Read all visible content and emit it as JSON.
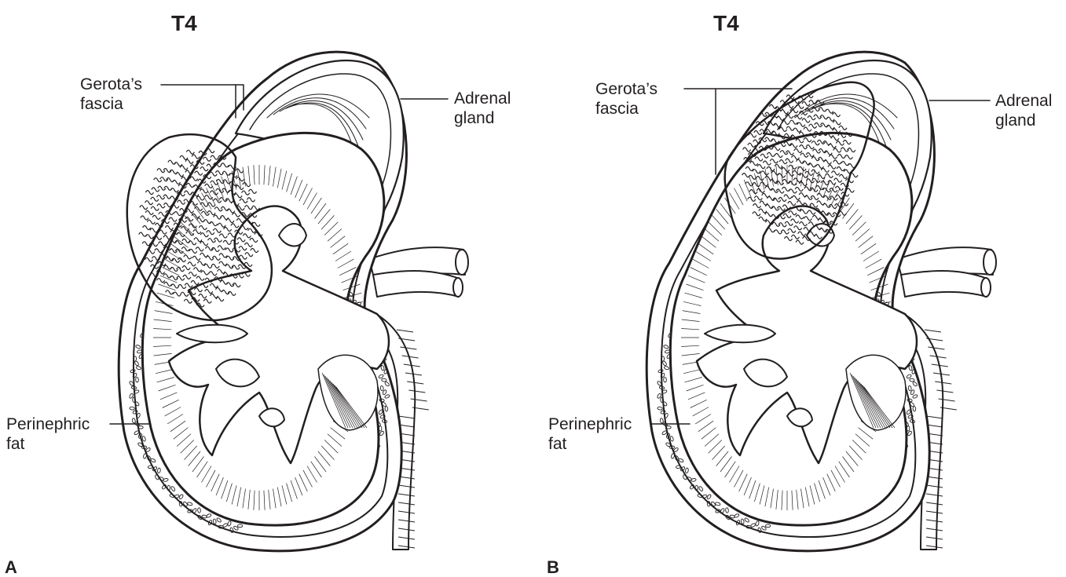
{
  "panels": [
    {
      "letter": "A",
      "title": "T4",
      "labels": {
        "gerota_line1": "Gerota’s",
        "gerota_line2": "fascia",
        "adrenal_line1": "Adrenal",
        "adrenal_line2": "gland",
        "perinephric_line1": "Perinephric",
        "perinephric_line2": "fat"
      },
      "tumor_extent": "through Gerota's fascia into perinephric space, lateral upper pole"
    },
    {
      "letter": "B",
      "title": "T4",
      "labels": {
        "gerota_line1": "Gerota’s",
        "gerota_line2": "fascia",
        "adrenal_line1": "Adrenal",
        "adrenal_line2": "gland",
        "perinephric_line1": "Perinephric",
        "perinephric_line2": "fat"
      },
      "tumor_extent": "upper pole extending into ipsilateral adrenal gland"
    }
  ],
  "colors": {
    "ink": "#231f20",
    "background": "#ffffff"
  }
}
